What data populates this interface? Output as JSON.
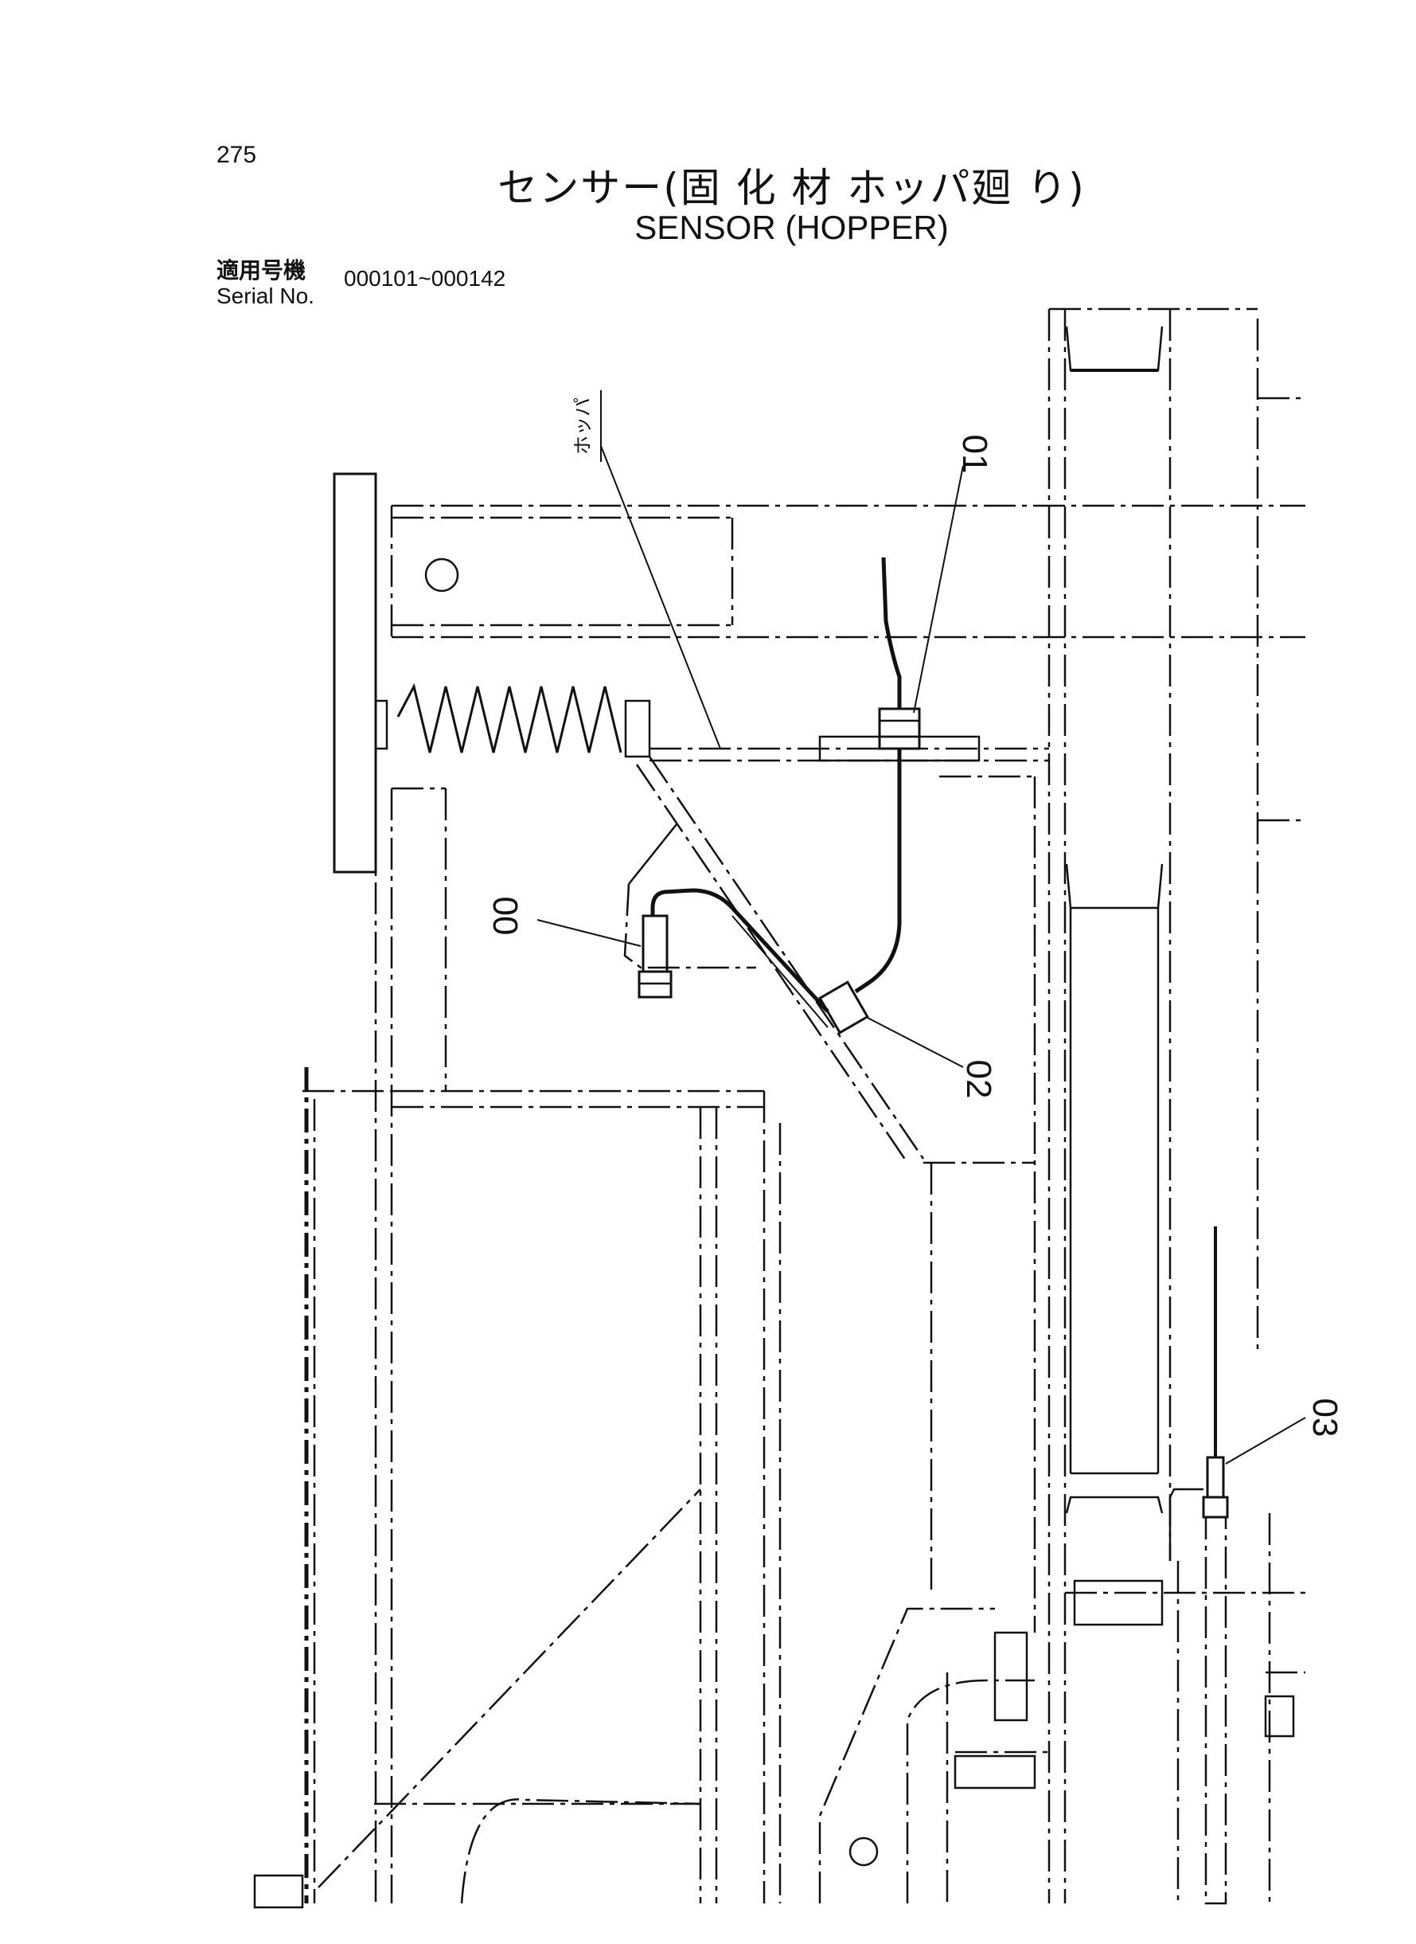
{
  "header": {
    "page_number": "275",
    "title_jp": "センサー(固 化 材 ホッパ廻 り)",
    "title_en": "SENSOR (HOPPER)",
    "serial_label_jp": "適用号機",
    "serial_label_en": "Serial No.",
    "serial_range": "000101~000142"
  },
  "diagram": {
    "part_labels": [
      "00",
      "01",
      "02",
      "03"
    ],
    "annotation_hopper": "ホッパ"
  }
}
